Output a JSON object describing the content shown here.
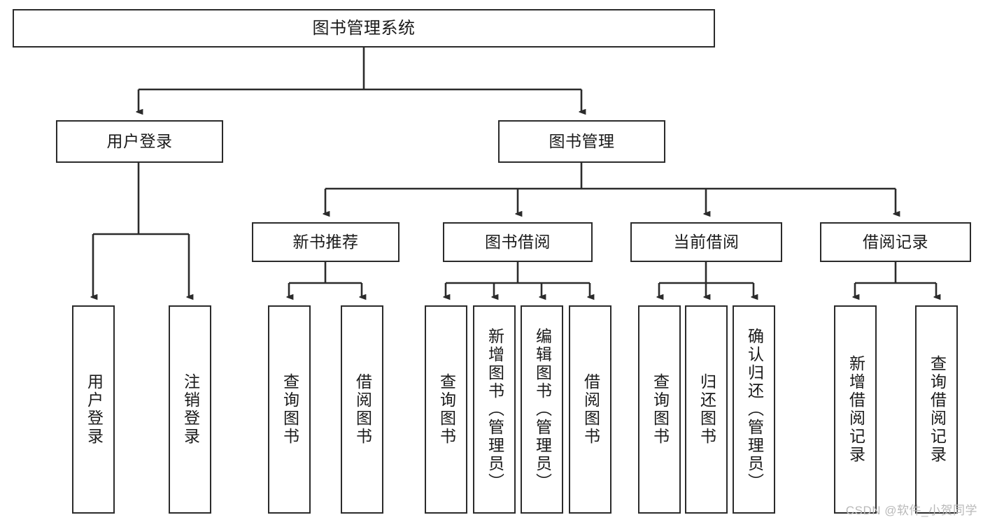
{
  "diagram": {
    "title": "图书管理系统",
    "type": "tree-hierarchy-chart",
    "watermark": "CSDN @软件_小贺同学",
    "stroke_color": "#2b2b2b",
    "fill_color": "#ffffff",
    "text_color": "#1a1a1a"
  },
  "root": {
    "label": "图书管理系统"
  },
  "level2": [
    {
      "label": "用户登录"
    },
    {
      "label": "图书管理"
    }
  ],
  "level3": [
    {
      "label": "新书推荐"
    },
    {
      "label": "图书借阅"
    },
    {
      "label": "当前借阅"
    },
    {
      "label": "借阅记录"
    }
  ],
  "leaves": {
    "user_login": [
      {
        "label": "用户登录"
      },
      {
        "label": "注销登录"
      }
    ],
    "new_book": [
      {
        "label": "查询图书"
      },
      {
        "label": "借阅图书"
      }
    ],
    "book_borrow": [
      {
        "label": "查询图书"
      },
      {
        "label": "新增图书（管理员）"
      },
      {
        "label": "编辑图书（管理员）"
      },
      {
        "label": "借阅图书"
      }
    ],
    "current_borrow": [
      {
        "label": "查询图书"
      },
      {
        "label": "归还图书"
      },
      {
        "label": "确认归还（管理员）"
      }
    ],
    "borrow_record": [
      {
        "label": "新增借阅记录"
      },
      {
        "label": "查询借阅记录"
      }
    ]
  }
}
